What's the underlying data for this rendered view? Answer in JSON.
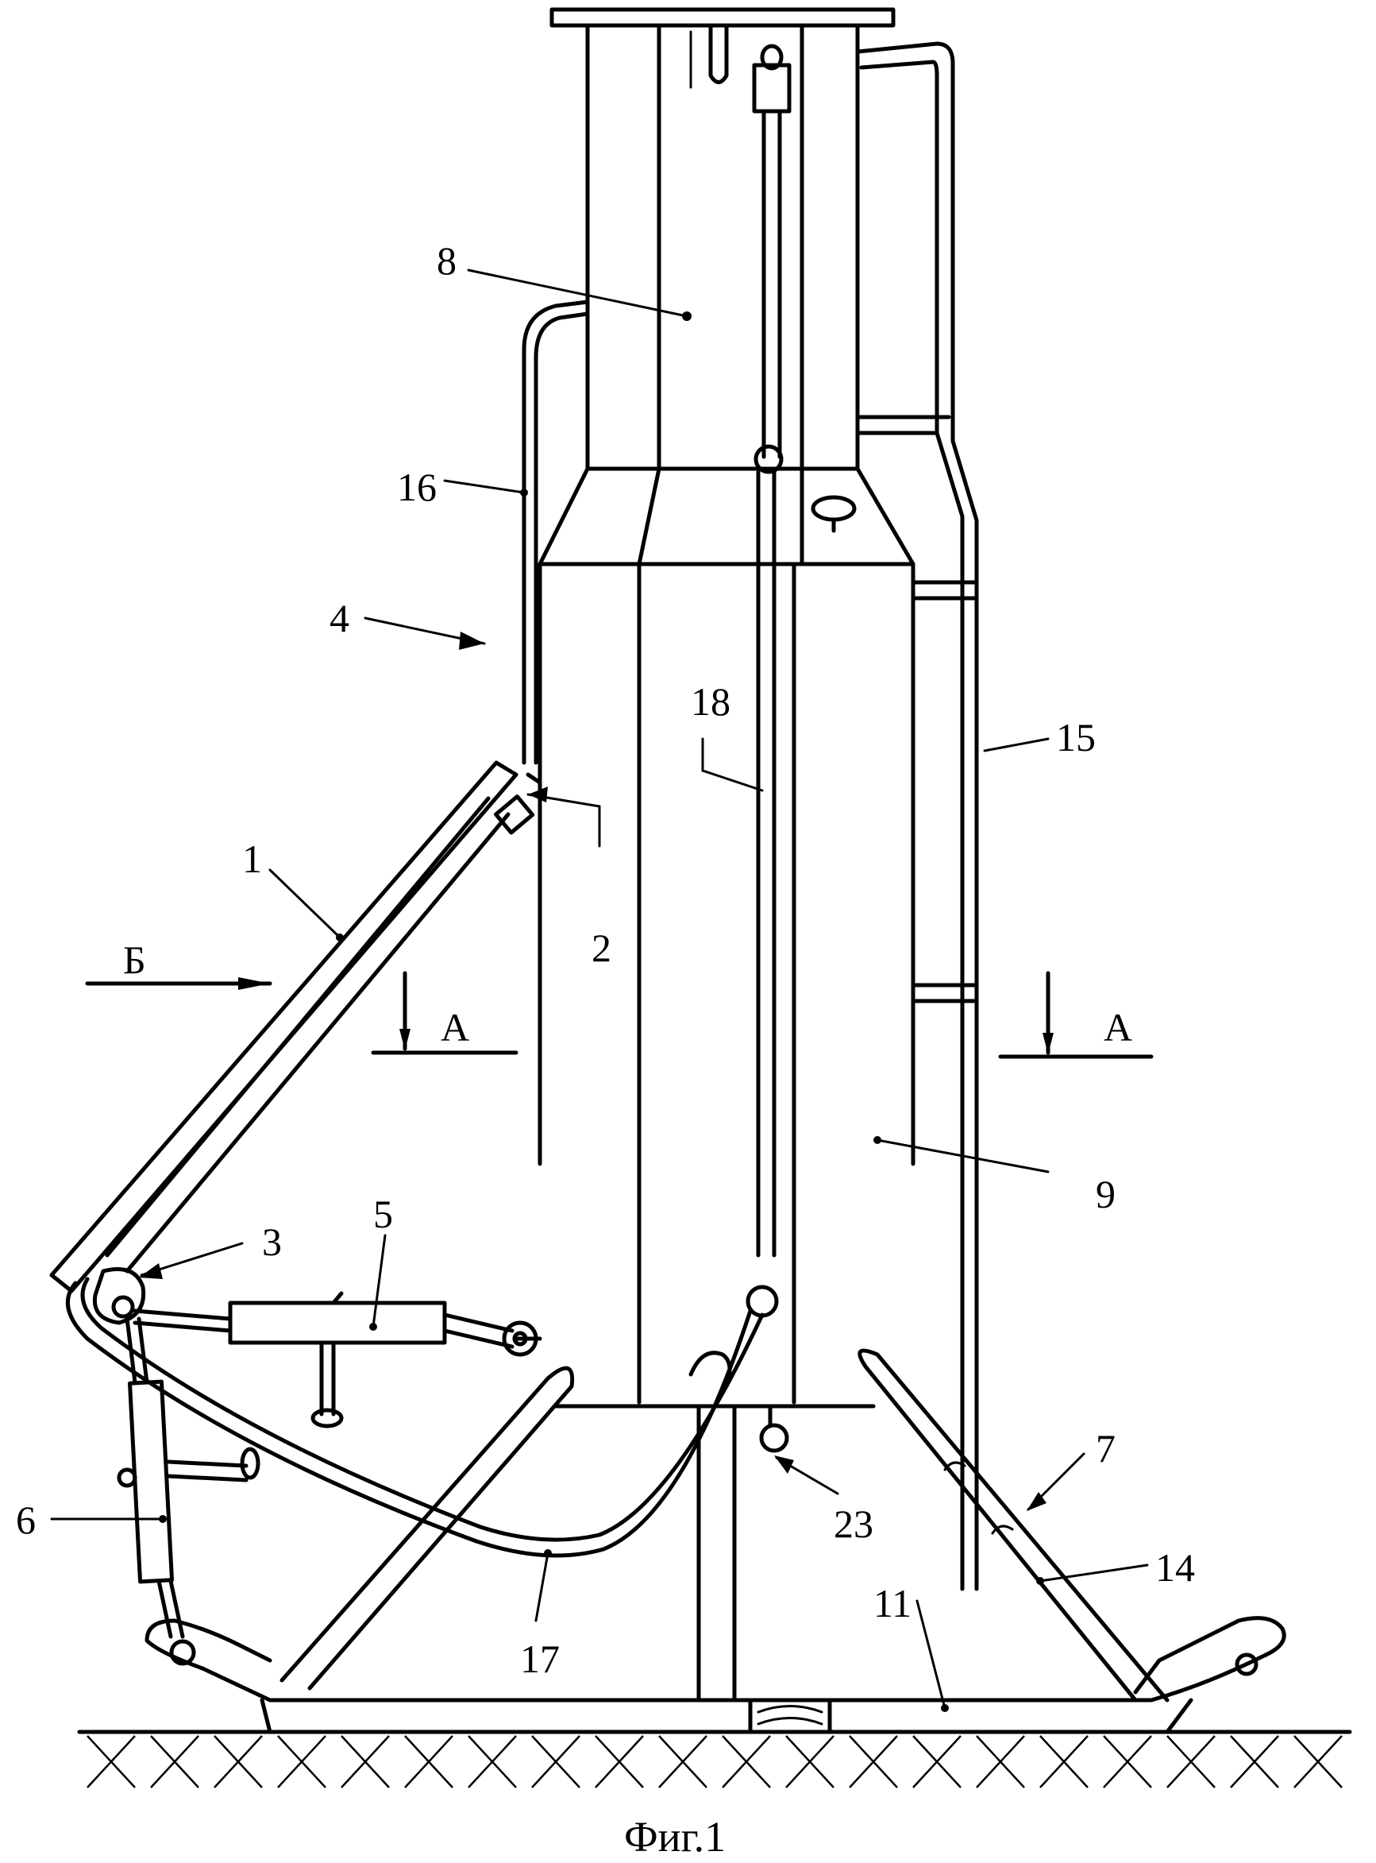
{
  "labels": {
    "l1": "1",
    "l2": "2",
    "l3": "3",
    "l4": "4",
    "l5": "5",
    "l6": "6",
    "l7": "7",
    "l8": "8",
    "l9": "9",
    "l11": "11",
    "l14": "14",
    "l15": "15",
    "l16": "16",
    "l17": "17",
    "l18": "18",
    "l23": "23",
    "sectionA_left": "А",
    "sectionA_right": "А",
    "viewB": "Б"
  },
  "caption": "Фиг.1"
}
